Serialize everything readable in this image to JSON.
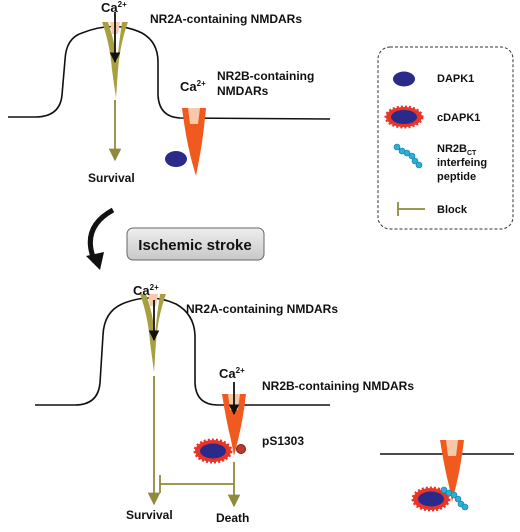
{
  "top_panel": {
    "ca_label_a": "Ca",
    "ca_label_b": "Ca",
    "charge": "2+",
    "nr2a_label": "NR2A-containing NMDARs",
    "nr2b_label_line1": "NR2B-containing",
    "nr2b_label_line2": "NMDARs",
    "survival_label": "Survival"
  },
  "transition": {
    "ischemic_label": "Ischemic stroke"
  },
  "bottom_panel": {
    "ca_label_a": "Ca",
    "ca_label_b": "Ca",
    "charge": "2+",
    "nr2a_label": "NR2A-containing NMDARs",
    "nr2b_label": "NR2B-containing NMDARs",
    "phospho_label": "pS1303",
    "survival_label": "Survival",
    "death_label": "Death"
  },
  "legend": {
    "dapk1_label": "DAPK1",
    "cdapk1_label": "cDAPK1",
    "peptide_label_prefix": "NR2B",
    "peptide_label_subscript": "CT",
    "peptide_label_line2": "interfeing",
    "peptide_label_line3": "peptide",
    "block_label": "Block"
  },
  "colors": {
    "nr2a_receptor": "#a8a040",
    "nr2b_receptor": "#f05a1e",
    "receptor_top": "#f7c9a8",
    "dapk1": "#2a2a8a",
    "cdapk1_spikes": "#e8352a",
    "peptide": "#2ab0d8",
    "arrow_olive": "#8f8a3c",
    "stroke_box_fill": "#d9d9d9"
  }
}
